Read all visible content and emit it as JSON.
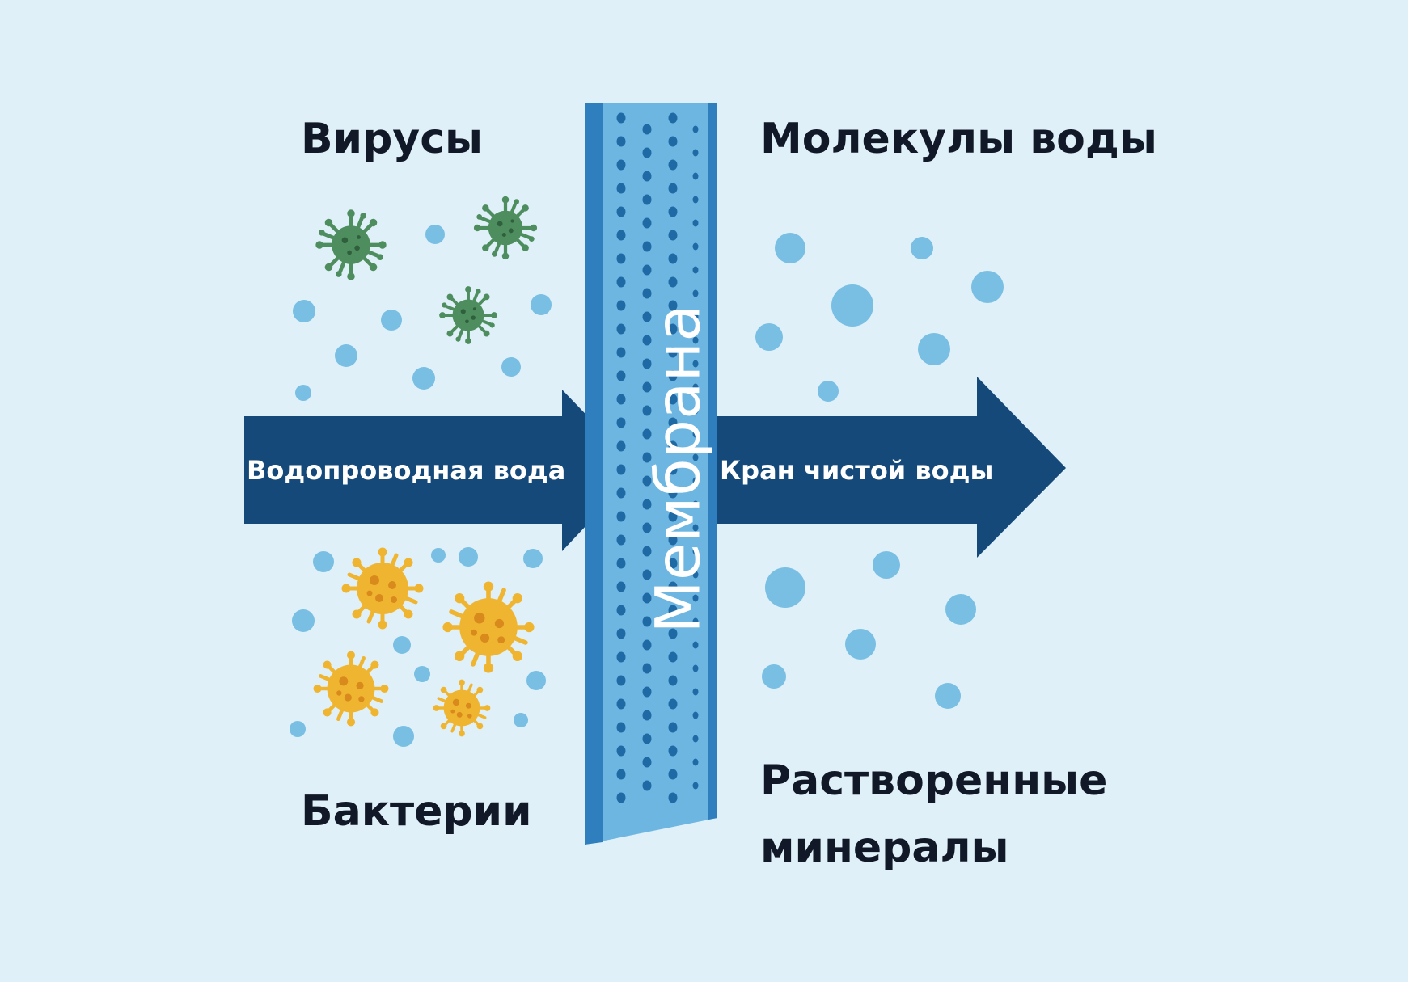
{
  "labels": {
    "viruses": "Вирусы",
    "water_molecules": "Молекулы воды",
    "bacteria": "Бактерии",
    "dissolved_minerals": "Растворенные минералы",
    "tap_water": "Водопроводная вода",
    "clean_water_tap": "Кран чистой воды",
    "membrane": "Мембрана"
  },
  "colors": {
    "background": "#dff0f9",
    "arrow": "#15497a",
    "membrane": "#6db6e2",
    "membrane_edge": "#2f7fbf",
    "pore": "#1f6aa5",
    "water_drop": "#78bfe3",
    "virus": "#4e8e5e",
    "bacteria": "#f0b530"
  },
  "icons": {
    "virus": "virus-icon",
    "bacteria": "bacteria-icon",
    "water_drop": "water-drop-icon"
  }
}
